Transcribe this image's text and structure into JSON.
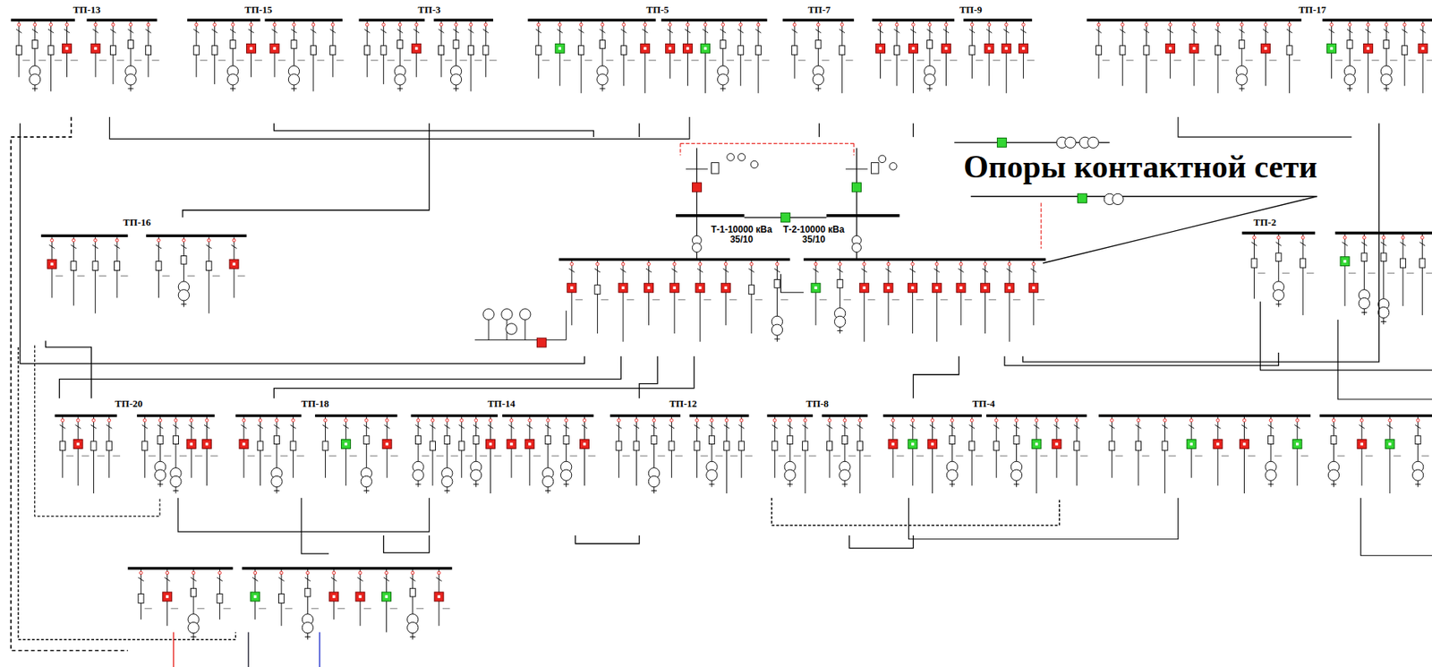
{
  "diagram": {
    "nodes": [
      {
        "text": [
          "ТП-13"
        ]
      },
      {
        "text": [
          "ТП-15"
        ]
      },
      {
        "text": [
          "ТП-3"
        ]
      },
      {
        "text": [
          "ТП-5"
        ]
      },
      {
        "text": [
          "ТП-7"
        ]
      },
      {
        "text": [
          "ТП-9"
        ]
      },
      {
        "text": [
          "ТП-17"
        ]
      },
      {
        "text": [
          "ТП-16"
        ]
      },
      {
        "text": [
          "Т-1-10000 кВа 35/10",
          "Т-2-10000 кВа 35/10"
        ]
      },
      {
        "text": [
          "ТП-2"
        ]
      },
      {
        "text": [
          "ТП-20"
        ]
      },
      {
        "text": [
          "ТП-18"
        ]
      },
      {
        "text": [
          "ТП-14"
        ]
      },
      {
        "text": [
          "ТП-12"
        ]
      },
      {
        "text": [
          "ТП-8"
        ]
      },
      {
        "text": [
          "ТП-4"
        ]
      }
    ],
    "edges": [
      {
        "from": 8,
        "to": 0,
        "arrow": "none"
      },
      {
        "from": 1,
        "to": 8,
        "arrow": "none"
      },
      {
        "from": 3,
        "to": 8,
        "arrow": "none"
      },
      {
        "from": 5,
        "to": 8,
        "arrow": "none"
      },
      {
        "from": 6,
        "to": 8,
        "arrow": "none"
      },
      {
        "from": 4,
        "to": 8,
        "arrow": "none"
      },
      {
        "from": 2,
        "to": 7,
        "arrow": "none"
      },
      {
        "from": 8,
        "to": 10,
        "arrow": "none"
      },
      {
        "from": 8,
        "to": 15,
        "arrow": "none"
      },
      {
        "from": 8,
        "to": 13,
        "arrow": "none"
      },
      {
        "from": 8,
        "to": 11,
        "arrow": "none"
      },
      {
        "from": 9,
        "to": 8,
        "arrow": "none"
      },
      {
        "from": 12,
        "to": 13,
        "arrow": "none"
      },
      {
        "from": 14,
        "to": 15,
        "arrow": "none"
      },
      {
        "from": 7,
        "to": 10,
        "arrow": "none"
      },
      {
        "from": 11,
        "to": 12,
        "arrow": "none"
      }
    ],
    "labels": [
      "Опоры контактной сети"
    ]
  }
}
